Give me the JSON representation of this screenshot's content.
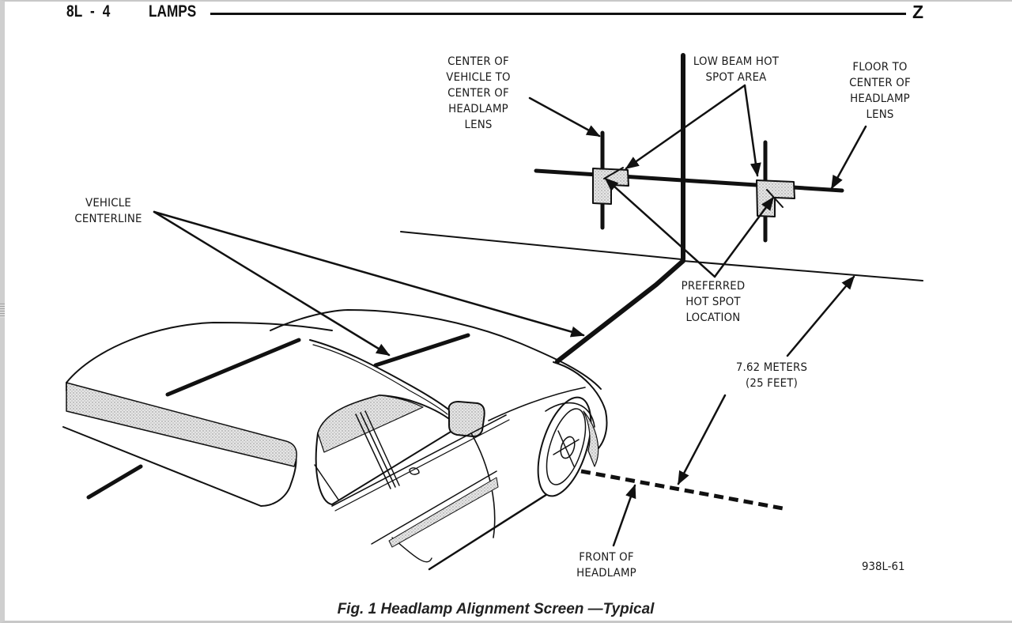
{
  "page": {
    "section_number": "8L  -  4",
    "section_title": "LAMPS",
    "corner_letter": "Z"
  },
  "figure": {
    "caption": "Fig. 1 Headlamp Alignment Screen —Typical",
    "figure_id": "938L-61",
    "labels": {
      "center_vehicle_to_lens": "CENTER OF\nVEHICLE TO\nCENTER OF\nHEADLAMP\nLENS",
      "low_beam_hot_spot": "LOW BEAM HOT\nSPOT AREA",
      "floor_to_lens": "FLOOR TO\nCENTER OF\nHEADLAMP\nLENS",
      "vehicle_centerline": "VEHICLE\nCENTERLINE",
      "preferred_hot_spot": "PREFERRED\nHOT SPOT\nLOCATION",
      "distance": "7.62 METERS\n(25 FEET)",
      "front_of_headlamp": "FRONT OF\nHEADLAMP"
    },
    "colors": {
      "ink": "#111111",
      "shading": "#b9b9b9",
      "paper": "#ffffff"
    }
  }
}
